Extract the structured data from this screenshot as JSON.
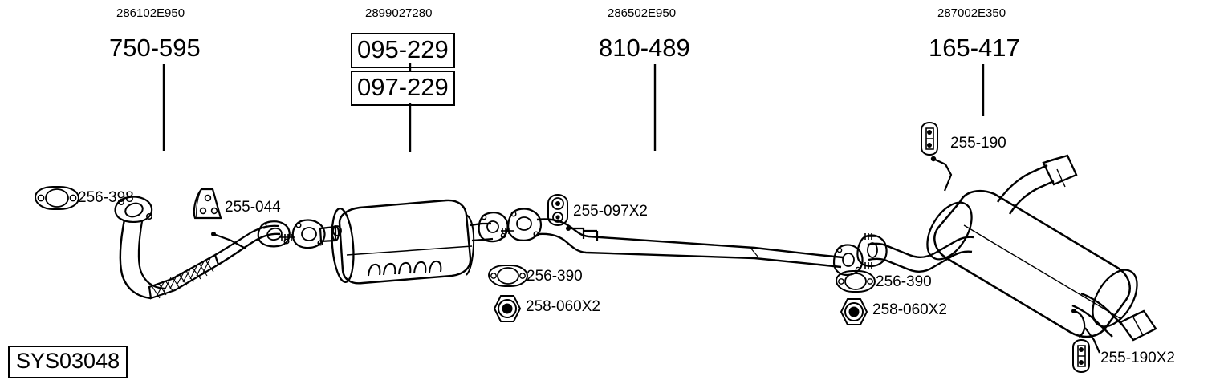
{
  "diagram": {
    "system_code": "SYS03048",
    "title_codes": [
      {
        "id": "group-1",
        "part_number": "286102E950",
        "code": "750-595",
        "boxed": false
      },
      {
        "id": "group-2",
        "part_number": "2899027280",
        "code": "095-229",
        "code2": "097-229",
        "boxed": true
      },
      {
        "id": "group-3",
        "part_number": "286502E950",
        "code": "810-489",
        "boxed": false
      },
      {
        "id": "group-4",
        "part_number": "287002E350",
        "code": "165-417",
        "boxed": false
      }
    ],
    "component_labels": [
      {
        "id": "gasket-front",
        "text": "256-398",
        "icon": "oval-gasket-icon"
      },
      {
        "id": "bracket-front",
        "text": "255-044",
        "icon": "hanger-bracket-icon"
      },
      {
        "id": "mount-center",
        "text": "255-097X2",
        "icon": "rubber-mount-icon"
      },
      {
        "id": "gasket-center",
        "text": "256-390",
        "icon": "oval-gasket-icon"
      },
      {
        "id": "nut-center",
        "text": "258-060X2",
        "icon": "hex-nut-icon"
      },
      {
        "id": "hanger-rear-top",
        "text": "255-190",
        "icon": "rubber-hanger-icon"
      },
      {
        "id": "gasket-rear",
        "text": "256-390",
        "icon": "oval-gasket-icon"
      },
      {
        "id": "nut-rear",
        "text": "258-060X2",
        "icon": "hex-nut-icon"
      },
      {
        "id": "hanger-rear-bottom",
        "text": "255-190X2",
        "icon": "rubber-hanger-icon"
      }
    ],
    "colors": {
      "line": "#000000",
      "background": "#ffffff",
      "fill": "#ffffff"
    }
  }
}
